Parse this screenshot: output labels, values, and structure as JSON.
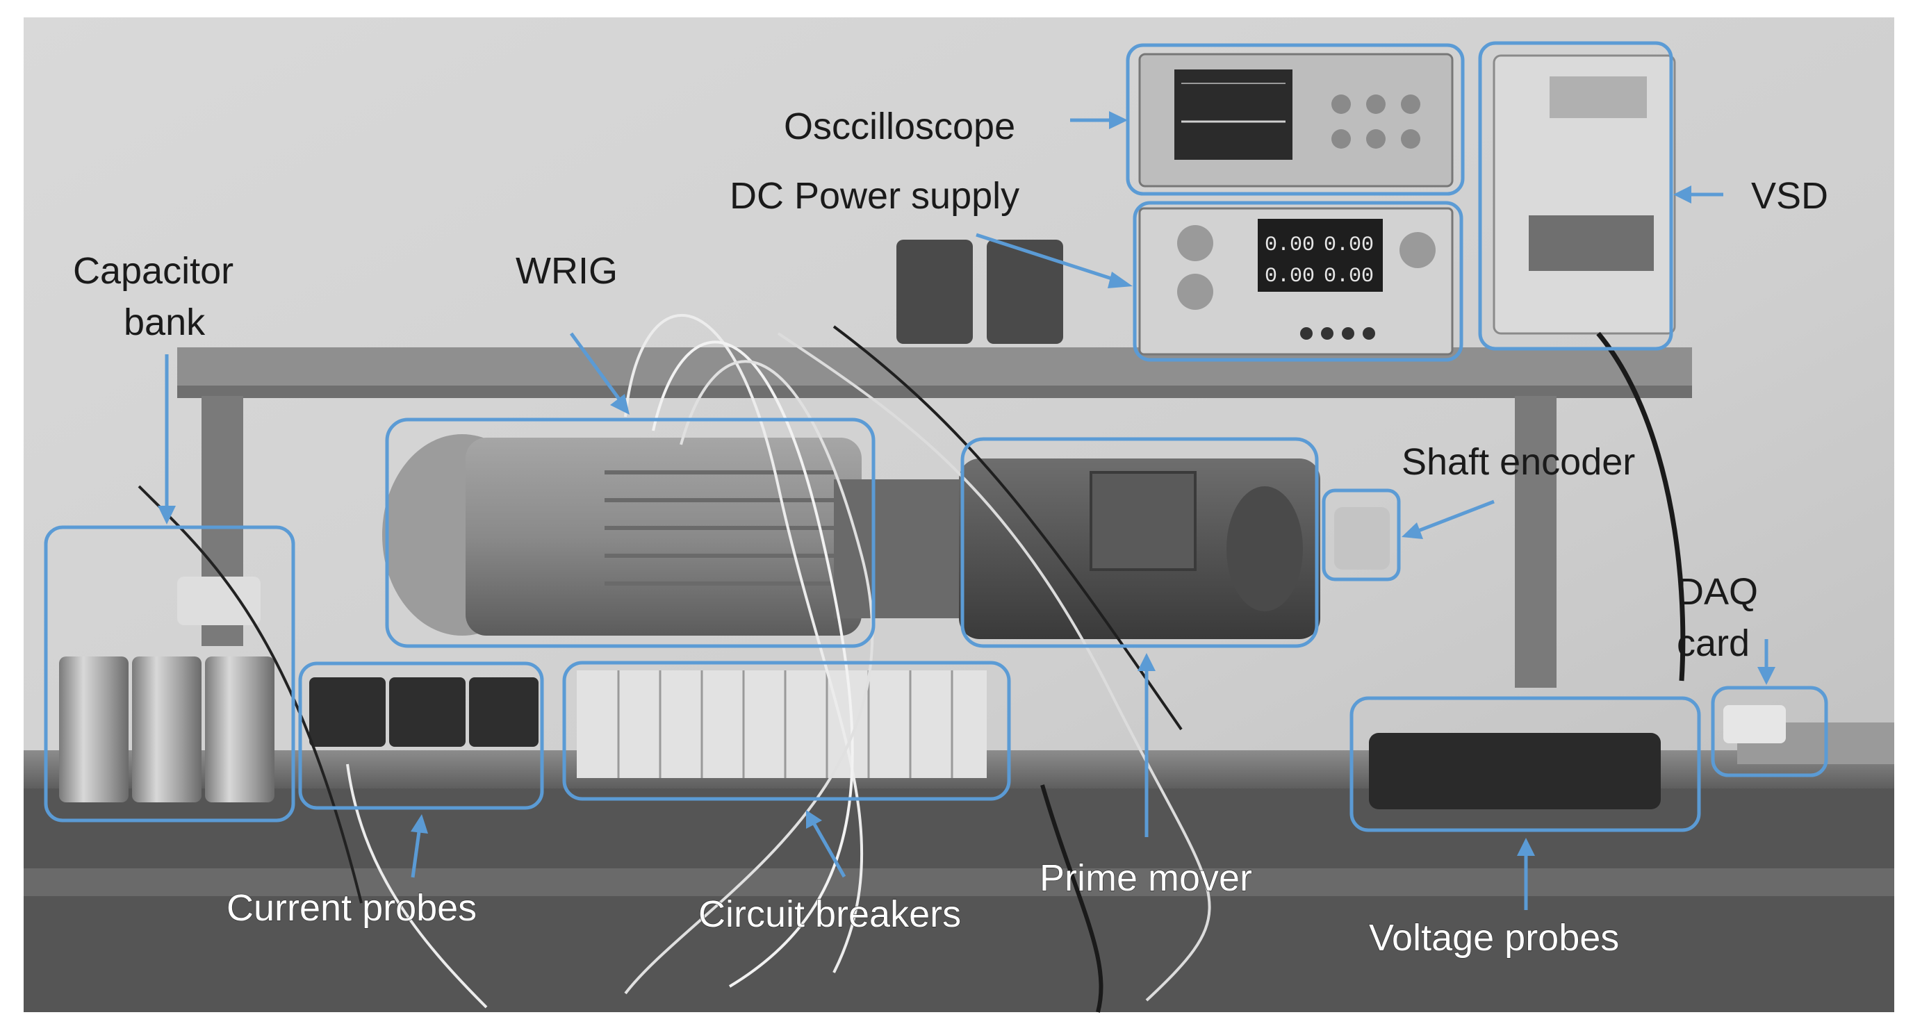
{
  "annotation_color": "#5b9bd5",
  "labels": {
    "oscilloscope": "Osccilloscope",
    "dc_power_supply": "DC Power supply",
    "vsd": "VSD",
    "capacitor_bank_line1": "Capacitor",
    "capacitor_bank_line2": "bank",
    "wrig": "WRIG",
    "shaft_encoder": "Shaft encoder",
    "daq_card_line1": "DAQ",
    "daq_card_line2": "card",
    "current_probes": "Current probes",
    "circuit_breakers": "Circuit breakers",
    "prime_mover": "Prime mover",
    "voltage_probes": "Voltage probes"
  },
  "power_supply_display": {
    "digits_a": "0.00",
    "digits_b": "0.00",
    "digits_c": "0.00",
    "digits_d": "0.00"
  }
}
